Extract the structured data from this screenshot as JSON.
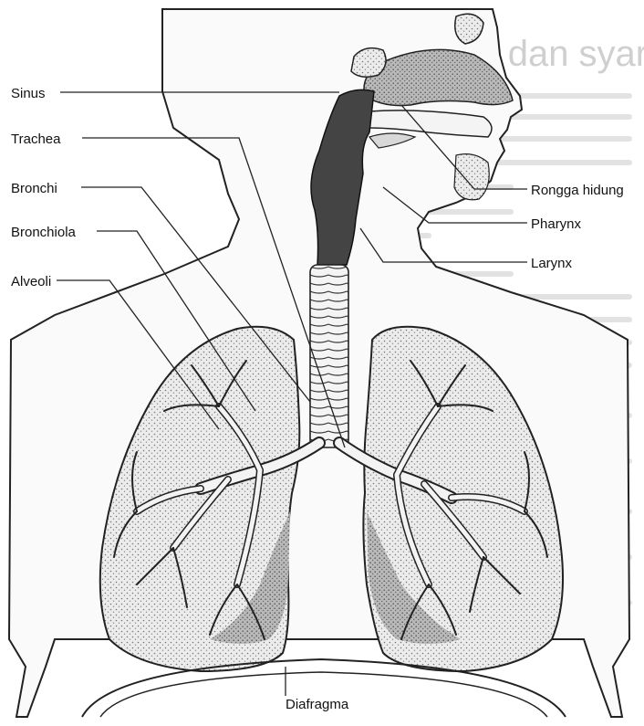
{
  "diagram": {
    "labels": {
      "sinus": "Sinus",
      "trachea": "Trachea",
      "bronchi": "Bronchi",
      "bronchiola": "Bronchiola",
      "alveoli": "Alveoli",
      "rongga_hidung": "Rongga hidung",
      "pharynx": "Pharynx",
      "larynx": "Larynx",
      "diafragma": "Diafragma"
    },
    "background_text": "Otot dan syaraf"
  }
}
